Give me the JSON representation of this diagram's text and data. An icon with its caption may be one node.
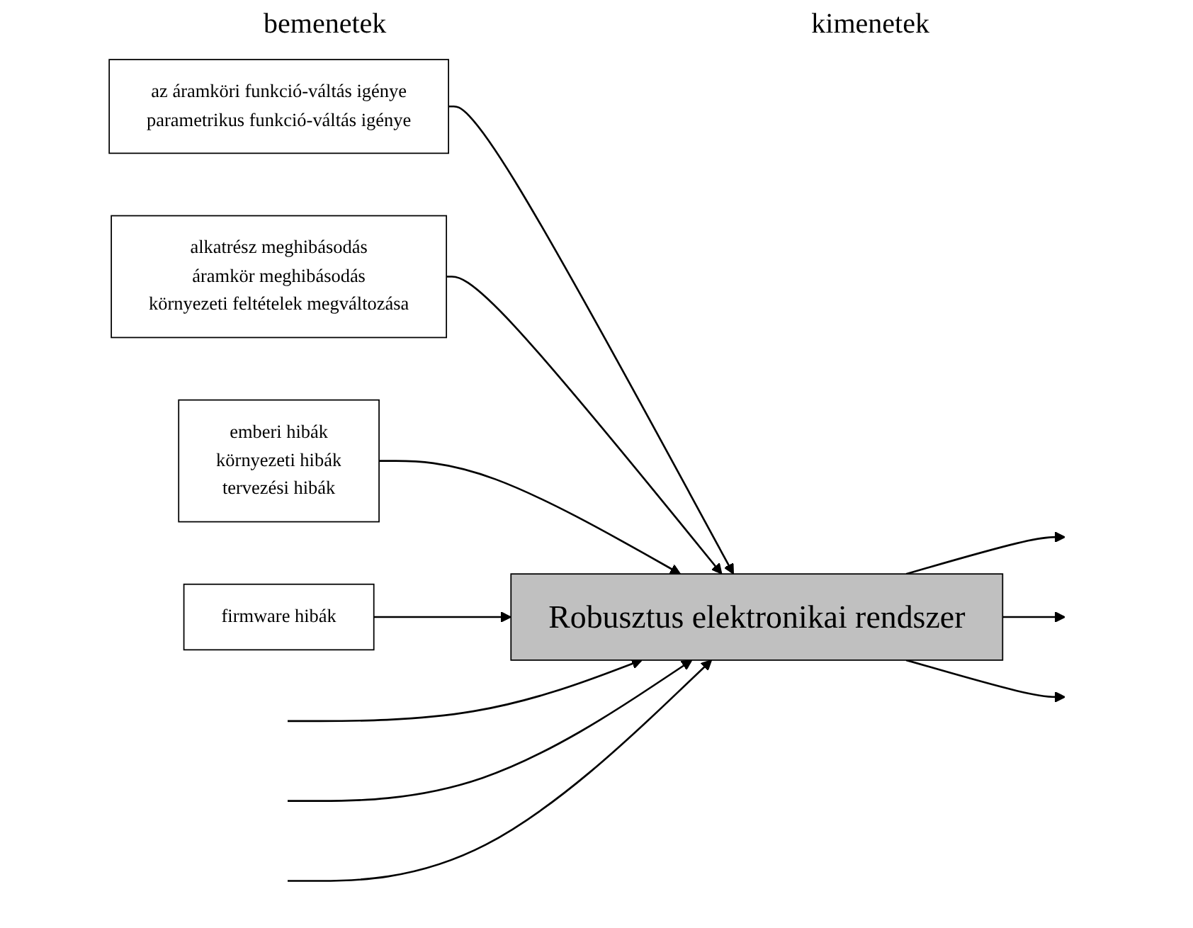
{
  "diagram": {
    "nodes": [
      {
        "text": [
          "az áramköri funkció-váltás igénye",
          "parametrikus funkció-váltás igénye"
        ]
      },
      {
        "text": [
          "alkatrész meghibásodás",
          "áramkör meghibásodás",
          "környezeti feltételek megváltozása"
        ]
      },
      {
        "text": [
          "Robusztus elektronikai rendszer"
        ]
      },
      {
        "text": [
          "emberi hibák",
          "környezeti hibák",
          "tervezési hibák"
        ]
      },
      {
        "text": [
          "firmware hibák"
        ]
      }
    ],
    "edges": [
      {
        "from": 0,
        "to": 2,
        "arrow": "to"
      },
      {
        "from": 1,
        "to": 2,
        "arrow": "to"
      },
      {
        "from": 3,
        "to": 2,
        "arrow": "to"
      },
      {
        "from": 4,
        "to": 2,
        "arrow": "to"
      },
      {
        "from": null,
        "to": 2,
        "arrow": "to"
      },
      {
        "from": null,
        "to": 2,
        "arrow": "to"
      },
      {
        "from": null,
        "to": 2,
        "arrow": "to"
      },
      {
        "from": 2,
        "to": null,
        "arrow": "to"
      },
      {
        "from": 2,
        "to": null,
        "arrow": "to"
      },
      {
        "from": 2,
        "to": null,
        "arrow": "to"
      }
    ],
    "labels": [
      "bemenetek",
      "kimenetek"
    ]
  }
}
